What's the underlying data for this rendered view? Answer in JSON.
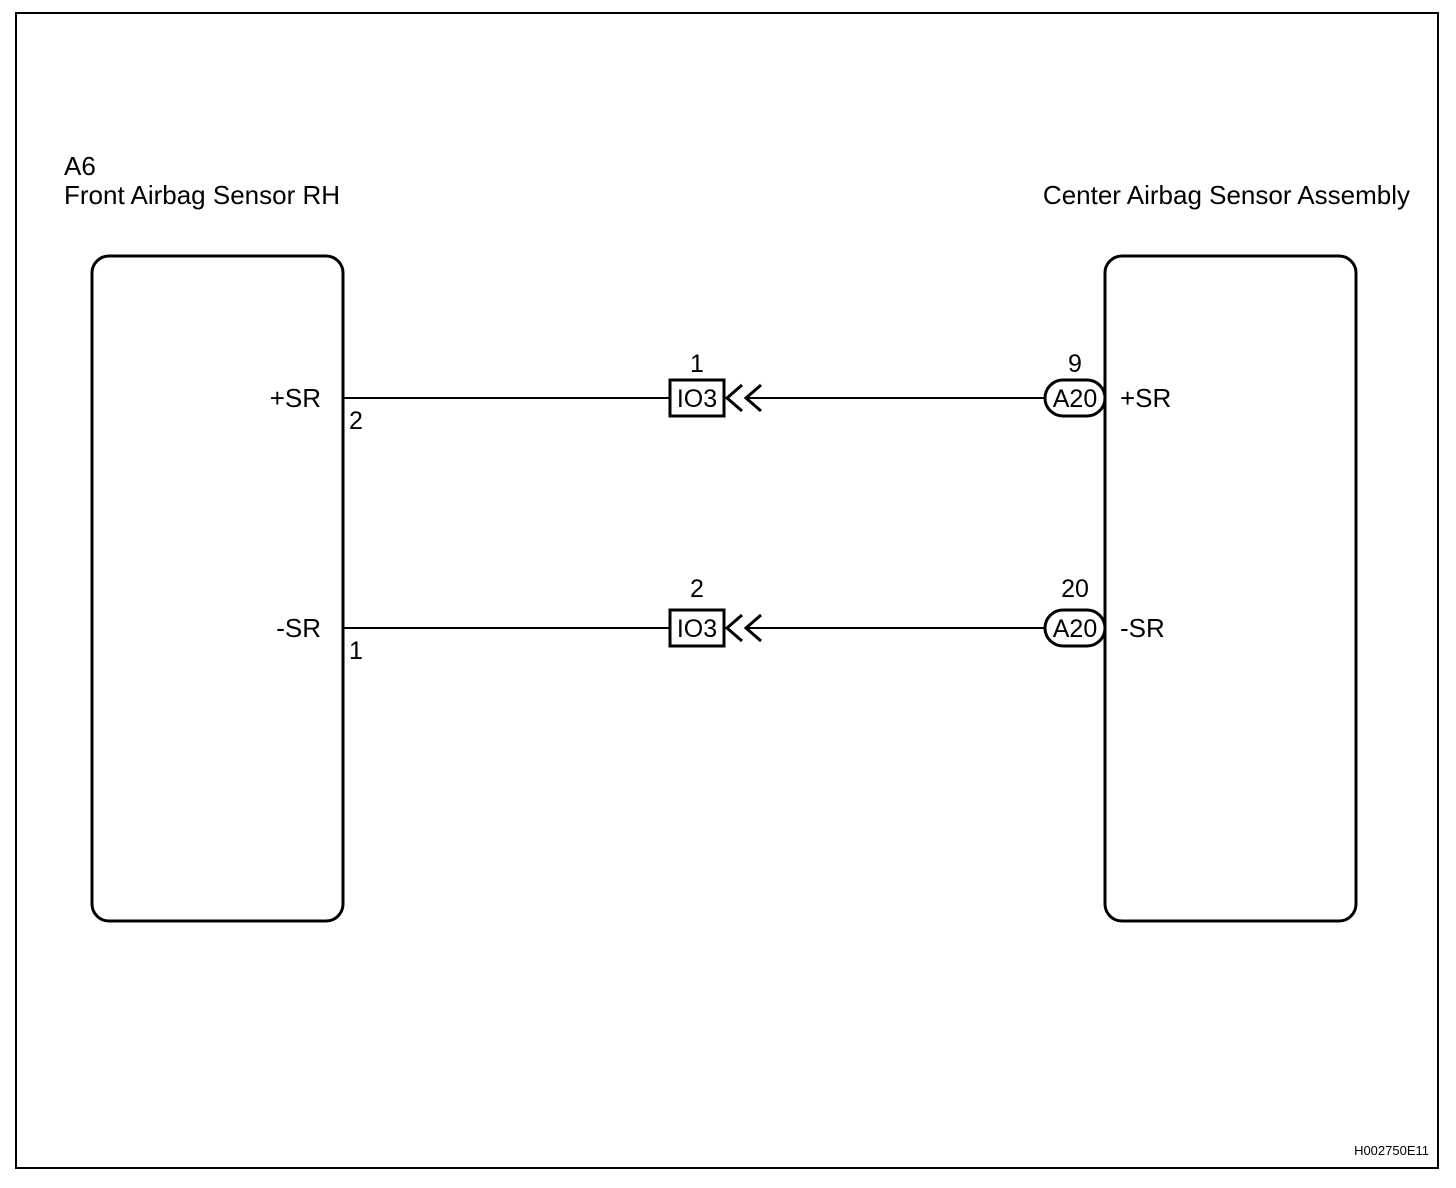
{
  "left_component": {
    "code": "A6",
    "name": "Front Airbag Sensor RH",
    "pins": [
      {
        "label": "+SR",
        "pin": "2"
      },
      {
        "label": "-SR",
        "pin": "1"
      }
    ]
  },
  "right_component": {
    "name": "Center Airbag Sensor Assembly",
    "pins": [
      {
        "label": "+SR",
        "pin": "9",
        "connector": "A20"
      },
      {
        "label": "-SR",
        "pin": "20",
        "connector": "A20"
      }
    ]
  },
  "junctions": [
    {
      "code": "IO3",
      "pin": "1"
    },
    {
      "code": "IO3",
      "pin": "2"
    }
  ],
  "figure_id": "H002750E11"
}
